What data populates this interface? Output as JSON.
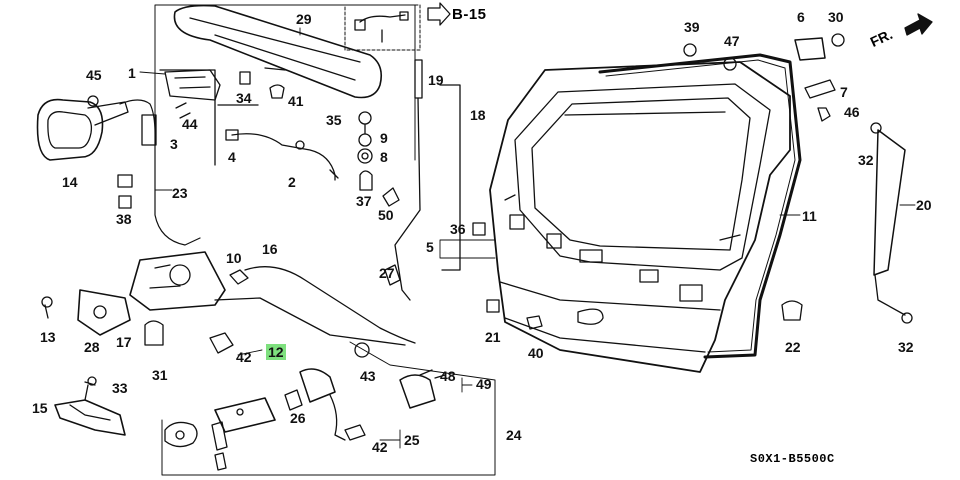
{
  "diagram": {
    "reference": "B-15",
    "direction": "FR.",
    "code": "S0X1-B5500C",
    "callouts": [
      "1",
      "2",
      "3",
      "4",
      "5",
      "6",
      "7",
      "8",
      "9",
      "10",
      "11",
      "12",
      "13",
      "14",
      "15",
      "16",
      "17",
      "18",
      "19",
      "20",
      "21",
      "22",
      "23",
      "24",
      "25",
      "26",
      "27",
      "28",
      "29",
      "30",
      "31",
      "32",
      "33",
      "34",
      "35",
      "36",
      "37",
      "38",
      "39",
      "40",
      "41",
      "42",
      "43",
      "44",
      "45",
      "46",
      "47",
      "48",
      "49",
      "50"
    ],
    "highlighted_callout": "12"
  }
}
